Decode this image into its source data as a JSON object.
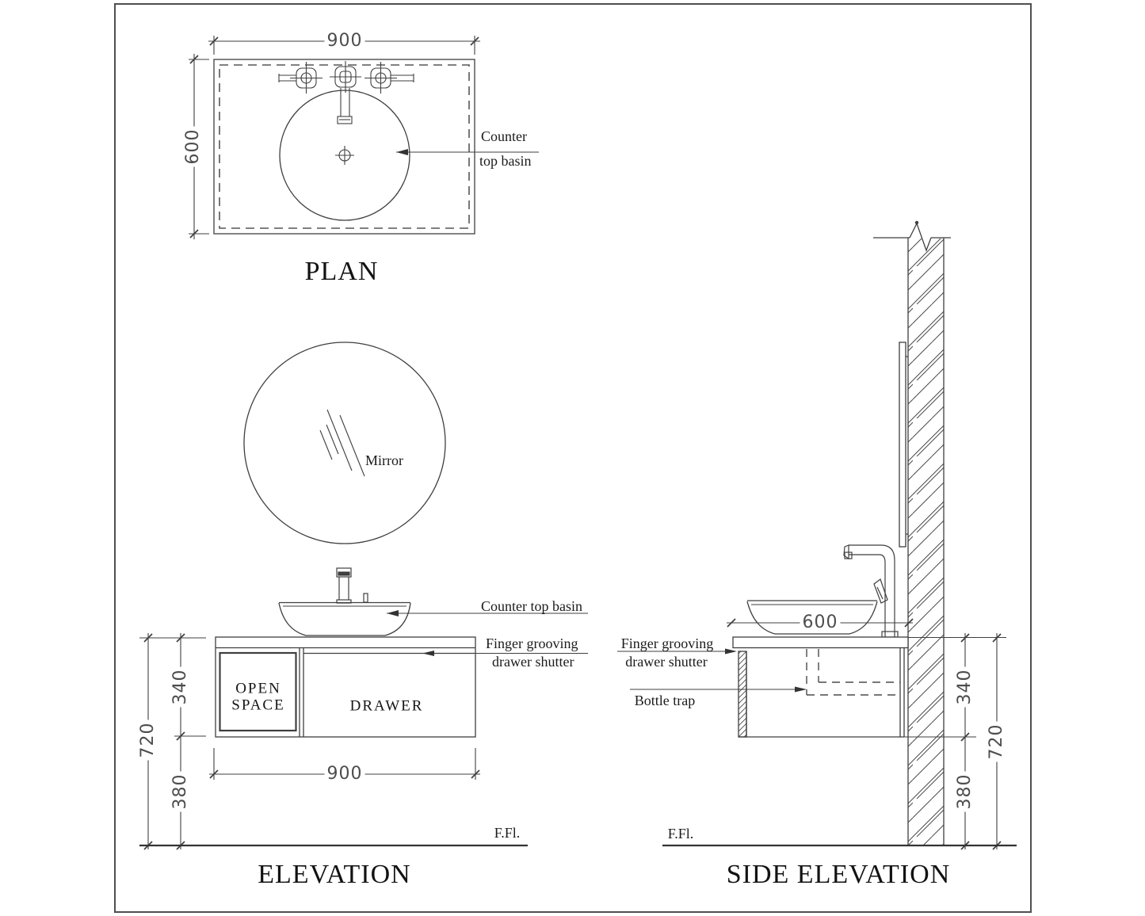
{
  "plan": {
    "title": "PLAN",
    "dim_width": "900",
    "dim_depth": "600",
    "basin_label_line1": "Counter",
    "basin_label_line2": "top basin"
  },
  "mirror_label": "Mirror",
  "elevation": {
    "title": "ELEVATION",
    "basin_label": "Counter top basin",
    "finger_label_line1": "Finger grooving",
    "finger_label_line2": "drawer shutter",
    "open_space_line1": "OPEN",
    "open_space_line2": "SPACE",
    "drawer_label": "DRAWER",
    "dim_cabinet_height": "340",
    "dim_under_clearance": "380",
    "dim_total_height": "720",
    "dim_width": "900",
    "floor_label": "F.Fl."
  },
  "side_elevation": {
    "title": "SIDE ELEVATION",
    "dim_depth": "600",
    "finger_label_line1": "Finger grooving",
    "finger_label_line2": "drawer shutter",
    "bottle_trap_label": "Bottle trap",
    "dim_cabinet_height": "340",
    "dim_under_clearance": "380",
    "dim_total_height": "720",
    "floor_label": "F.Fl."
  },
  "colors": {
    "line": "#3f3f3f",
    "dim_text": "#4d4d4d",
    "label_text": "#1b1b1b",
    "frame": "#4f4f4f",
    "background": "#ffffff"
  }
}
